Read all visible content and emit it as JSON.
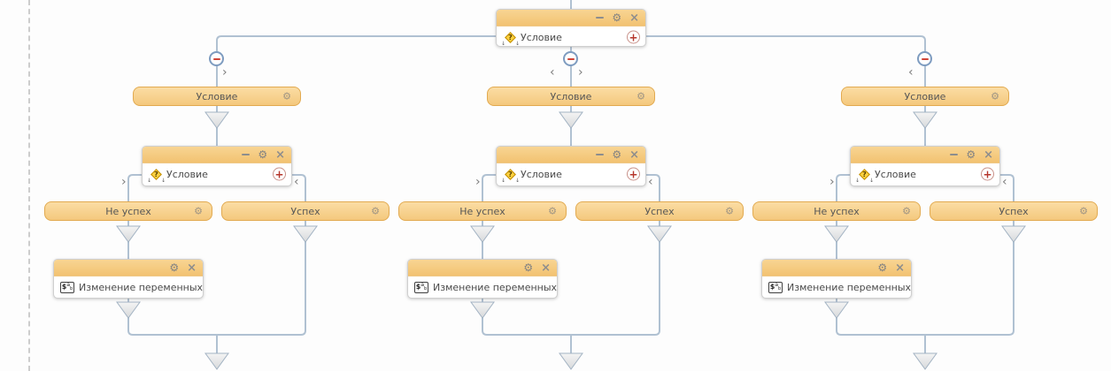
{
  "diagram": {
    "root": {
      "title": "Условие"
    },
    "groups": [
      {
        "branch": "Условие",
        "condition": "Условие",
        "fail": "Не успех",
        "success": "Успех",
        "action": "Изменение переменных"
      },
      {
        "branch": "Условие",
        "condition": "Условие",
        "fail": "Не успех",
        "success": "Успех",
        "action": "Изменение переменных"
      },
      {
        "branch": "Условие",
        "condition": "Условие",
        "fail": "Не успех",
        "success": "Успех",
        "action": "Изменение переменных"
      }
    ]
  },
  "icons": {
    "gear": "⚙",
    "close": "×",
    "add": "+",
    "chevron_left": "‹",
    "chevron_right": "›",
    "condition_mark": "?",
    "tiny_arrow": "↓",
    "var_dollar": "$",
    "var_a": "a",
    "var_b": "b"
  },
  "colors": {
    "node_fill_top": "#FBDDA4",
    "node_fill_bottom": "#F4C87D",
    "node_border": "#E2AA50",
    "connector": "#B0C1D2",
    "collapse_minus": "#D04437",
    "add_button_red": "#B5352B"
  }
}
